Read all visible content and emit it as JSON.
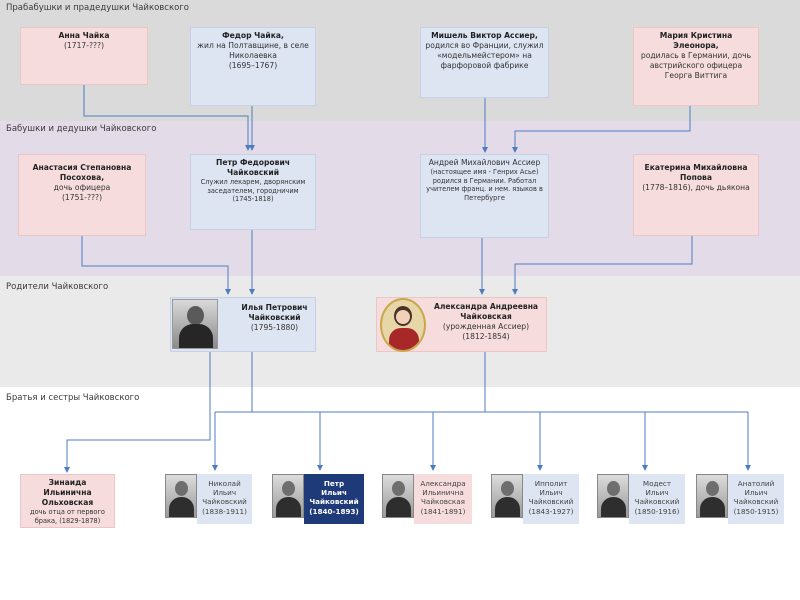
{
  "bands": {
    "great_grandparents": "Прабабушки и прадедушки Чайковского",
    "grandparents": "Бабушки и дедушки Чайковского",
    "parents": "Родители Чайковского",
    "siblings": "Братья и сестры Чайковского"
  },
  "great_grandparents": [
    {
      "name": "Анна Чайка",
      "detail": "(1717-???)"
    },
    {
      "name": "Федор Чайка,",
      "detail": "жил на Полтавщине, в селе Николаевка",
      "dates": "(1695–1767)"
    },
    {
      "name": "Мишель Виктор Ассиер,",
      "detail": "родился во Франции, служил «модельмейстером» на фарфоровой фабрике"
    },
    {
      "name": "Мария Кристина Элеонора,",
      "detail": "родилась в Германии, дочь австрийского офицера Георга Виттига"
    }
  ],
  "grandparents": [
    {
      "name": "Анастасия Степановна Посохова,",
      "detail": "дочь офицера",
      "dates": "(1751-???)"
    },
    {
      "name": "Петр Федорович Чайковский",
      "detail": "Служил лекарем, дворянским заседателем, городничим",
      "dates": "(1745-1818)"
    },
    {
      "name": "Андрей Михайлович Ассиер",
      "detail": "(настоящее имя - Генрих Асье) родился в Германии. Работал учителем франц. и нем. языков в Петербурге"
    },
    {
      "name": "Екатерина Михайловна Попова",
      "detail": "(1778–1816), дочь дьякона"
    }
  ],
  "parents": [
    {
      "name": "Илья Петрович Чайковский",
      "dates": "(1795-1880)"
    },
    {
      "name": "Александра Андреевна Чайковская",
      "detail": "(урожденная Ассиер)",
      "dates": "(1812-1854)"
    }
  ],
  "half_sister": {
    "name": "Зинаида Ильинична Ольховская",
    "detail": "дочь отца от первого брака, (1829-1878)"
  },
  "siblings": [
    {
      "first": "Николай",
      "patronymic": "Ильич",
      "surname": "Чайковский",
      "dates": "(1838-1911)"
    },
    {
      "first": "Петр",
      "patronymic": "Ильич",
      "surname": "Чайковский",
      "dates": "(1840-1893)"
    },
    {
      "first": "Александра",
      "patronymic": "Ильинична",
      "surname": "Чайковская",
      "dates": "(1841-1891)"
    },
    {
      "first": "Ипполит",
      "patronymic": "Ильич",
      "surname": "Чайковский",
      "dates": "(1843-1927)"
    },
    {
      "first": "Модест",
      "patronymic": "Ильич",
      "surname": "Чайковский",
      "dates": "(1850-1916)"
    },
    {
      "first": "Анатолий",
      "patronymic": "Ильич",
      "surname": "Чайковский",
      "dates": "(1850-1915)"
    }
  ],
  "colors": {
    "line": "#4f7cc0",
    "pink_box": "#f6dcdc",
    "blue_box": "#dde4f2",
    "highlight": "#1f3a78"
  }
}
